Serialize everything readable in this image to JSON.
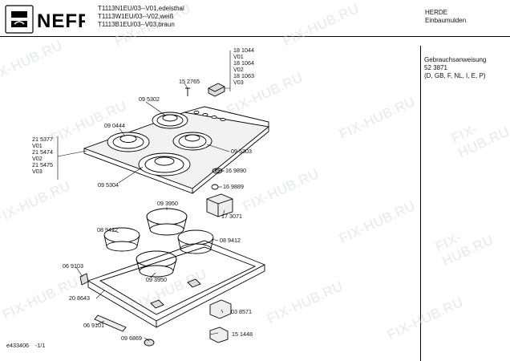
{
  "header": {
    "brand": "NEFF",
    "models": [
      "T1113N1EU/03--V01,edelsthal",
      "T1113W1EU/03--V02,weiß",
      "T1113B1EU/03--V03,braun"
    ],
    "category_line1": "HERDE",
    "category_line2": "Einbaumulden"
  },
  "side_info": {
    "title": "Gebrauchsanweisung",
    "number": "52 3871",
    "languages": "(D, GB, F, NL, I, E, P)"
  },
  "labels": {
    "knob_group": [
      "18 1044",
      "V01",
      "18 1064",
      "V02",
      "18 1063",
      "V03"
    ],
    "p152765": "15 2765",
    "p095302": "09 5302",
    "p090444": "09 0444",
    "left_group": [
      "21 5377",
      "V01",
      "21 5474",
      "V02",
      "21 5475",
      "V03"
    ],
    "p095303": "09 5303",
    "p095304": "09 5304",
    "p169890": "16 9890",
    "p169889": "16 9889",
    "p093950a": "09 3950",
    "p173071": "17 3071",
    "p089412a": "08 9412",
    "p089412b": "08 9412",
    "p069103": "06 9103",
    "p093950b": "09 3950",
    "p208643": "20 8643",
    "p038571": "03 8571",
    "p069101": "06 9101",
    "p151448": "15 1448",
    "p096869": "09 6869"
  },
  "footer": {
    "doc_id": "e433406",
    "page": "-1/1"
  },
  "watermark": "FIX-HUB.RU"
}
